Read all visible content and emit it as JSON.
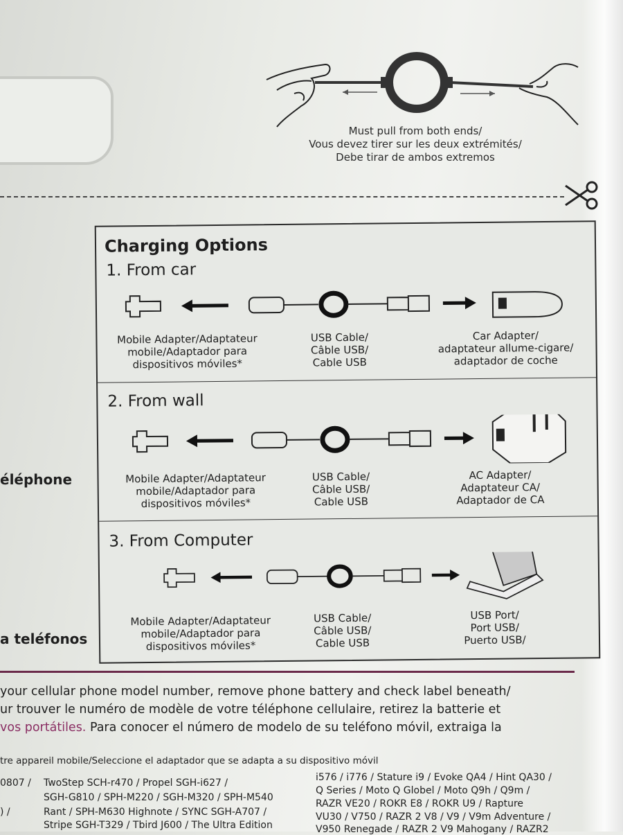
{
  "pull_instruction": {
    "line1": "Must pull from both ends/",
    "line2": "Vous devez tirer sur les deux extrémités/",
    "line3": "Debe tirar de ambos extremos"
  },
  "panel": {
    "title": "Charging Options",
    "sections": [
      {
        "title": "1. From car",
        "mobile_adapter": [
          "Mobile Adapter/Adaptateur",
          "mobile/Adaptador para",
          "dispositivos móviles*"
        ],
        "usb_cable": [
          "USB Cable/",
          "Câble USB/",
          "Cable USB"
        ],
        "target": [
          "Car Adapter/",
          "adaptateur allume-cigare/",
          "adaptador de coche"
        ]
      },
      {
        "title": "2. From wall",
        "mobile_adapter": [
          "Mobile Adapter/Adaptateur",
          "mobile/Adaptador para",
          "dispositivos móviles*"
        ],
        "usb_cable": [
          "USB Cable/",
          "Câble USB/",
          "Cable USB"
        ],
        "target": [
          "AC Adapter/",
          "Adaptateur CA/",
          "Adaptador de CA"
        ]
      },
      {
        "title": "3. From Computer",
        "mobile_adapter": [
          "Mobile Adapter/Adaptateur",
          "mobile/Adaptador para",
          "dispositivos móviles*"
        ],
        "usb_cable": [
          "USB Cable/",
          "Câble USB/",
          "Cable USB"
        ],
        "target": [
          "USB Port/",
          "Port USB/",
          "Puerto USB/"
        ]
      }
    ]
  },
  "side_text": {
    "telephone": "éléphone",
    "telefonos": "a teléfonos"
  },
  "body": {
    "line1": "your cellular phone model number, remove phone battery and check label beneath/",
    "line2": "ur trouver le numéro de modèle de votre téléphone cellulaire, retirez la batterie et",
    "line3_purple": "vos portátiles.",
    "line3_rest": " Para conocer el número de modelo de su teléfono móvil, extraiga la",
    "line4": "tre appareil mobile/Seleccione el adaptador que se adapta a su dispositivo móvil"
  },
  "models": {
    "col0": [
      "0807 /",
      ") /"
    ],
    "col1": [
      "TwoStep SCH-r470 / Propel SGH-i627 /",
      "SGH-G810 / SPH-M220 / SGH-M320 / SPH-M540",
      "Rant / SPH-M630 Highnote / SYNC SGH-A707 /",
      "Stripe SGH-T329 / Tbird J600 / The Ultra Edition"
    ],
    "col2": [
      "i576 / i776 / Stature i9 / Evoke QA4 / Hint QA30 /",
      "Q Series / Moto Q Globel / Moto Q9h / Q9m /",
      "RAZR VE20 / ROKR E8 / ROKR U9 / Rapture",
      "VU30 / V750 / RAZR 2 V8 / V9 / V9m Adventure /",
      "V950 Renegade / RAZR 2 V9 Mahogany / RAZR2"
    ]
  }
}
